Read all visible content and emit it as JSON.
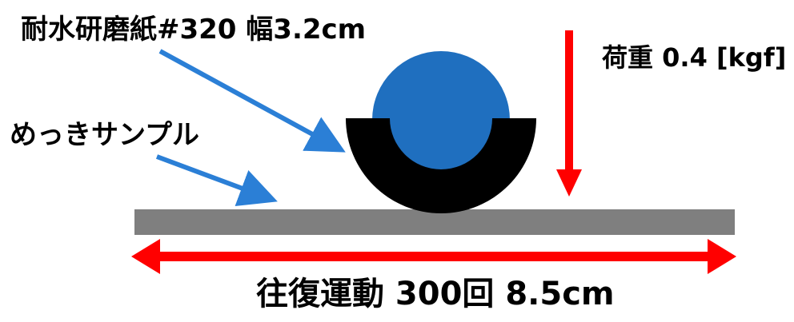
{
  "labels": {
    "sandpaper": "耐水研磨紙#320 幅3.2cm",
    "sample": "めっきサンプル",
    "load": "荷重 0.4 [kgf]",
    "motion": "往復運動  300回  8.5cm"
  },
  "colors": {
    "ball": "#1f6fbf",
    "holder": "#000000",
    "plate": "#7f7f7f",
    "load_arrow": "#ff0000",
    "motion_arrow": "#ff0000",
    "pointer_arrow": "#2b7fd6",
    "text": "#000000"
  }
}
